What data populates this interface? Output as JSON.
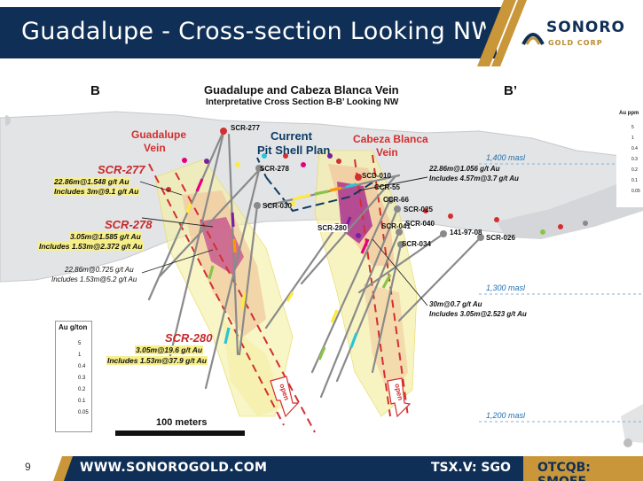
{
  "slide": {
    "title": "Guadalupe - Cross-section Looking NW",
    "page_number": "9"
  },
  "logo": {
    "brand": "SONORO",
    "sub": "GOLD CORP"
  },
  "diagram": {
    "heading": "Guadalupe and Cabeza Blanca Vein",
    "subheading": "Interpretative Cross Section B-B’  Looking NW",
    "section_left": "B",
    "section_right": "B’",
    "vein_guadalupe": [
      "Guadalupe",
      "Vein"
    ],
    "vein_cabeza": [
      "Cabeza Blanca",
      "Vein"
    ],
    "pit_shell": [
      "Current",
      "Pit Shell Plan"
    ],
    "elevations": [
      "1,400 masl",
      "1,300 masl",
      "1,200 masl"
    ],
    "drill_holes": [
      "SCR-277",
      "SCR-278",
      "SCR-030",
      "SCD-010",
      "CCR-55",
      "CCR-66",
      "SCR-025",
      "SCR-280",
      "SCR-041",
      "SCR-040",
      "SCR-034",
      "141-97-08",
      "SCR-026"
    ],
    "open_labels": [
      "open",
      "open"
    ],
    "intercepts": {
      "scr277_name": "SCR-277",
      "scr277_l1": "22.86m@1.548 g/t Au",
      "scr277_l2": "Includes 3m@9.1 g/t Au",
      "scr278_name": "SCR-278",
      "scr278_l1": "3.05m@1.585 g/t Au",
      "scr278_l2": "Includes 1.53m@2.372 g/t Au",
      "left_l1": "22.86m@0.725  g/t Au",
      "left_l2": "Includes 1.53m@5.2 g/t Au",
      "scr280_name": "SCR-280",
      "scr280_l1": "3.05m@19.6 g/t Au",
      "scr280_l2": "Includes 1.53m@37.9 g/t Au",
      "ne_l1": "22.86m@1.056  g/t Au",
      "ne_l2": "Includes 4.57m@3.7 g/t Au",
      "se_l1": "30m@0.7 g/t Au",
      "se_l2": "Includes 3.05m@2.523  g/t Au"
    },
    "legend_left": {
      "title": "Au g/ton",
      "values": [
        "5",
        "1",
        "0.4",
        "0.3",
        "0.2",
        "0.1",
        "0.05"
      ],
      "colors": [
        "#7b1fa2",
        "#e6007e",
        "#e53935",
        "#ff9800",
        "#ffeb3b",
        "#8bc34a",
        "#26c6da",
        "#9e9e9e"
      ]
    },
    "legend_right": {
      "title": "Au ppm",
      "values": [
        "5",
        "1",
        "0.4",
        "0.3",
        "0.2",
        "0.1",
        "0.05"
      ],
      "colors": [
        "#7b1fa2",
        "#e6007e",
        "#e53935",
        "#ff9800",
        "#ffeb3b",
        "#8bc34a",
        "#26c6da",
        "#9e9e9e"
      ]
    },
    "scale_label": "100 meters"
  },
  "footer": {
    "website": "WWW.SONOROGOLD.COM",
    "tsx": "TSX.V: SGO",
    "otc": "OTCQB: SMOFF"
  }
}
